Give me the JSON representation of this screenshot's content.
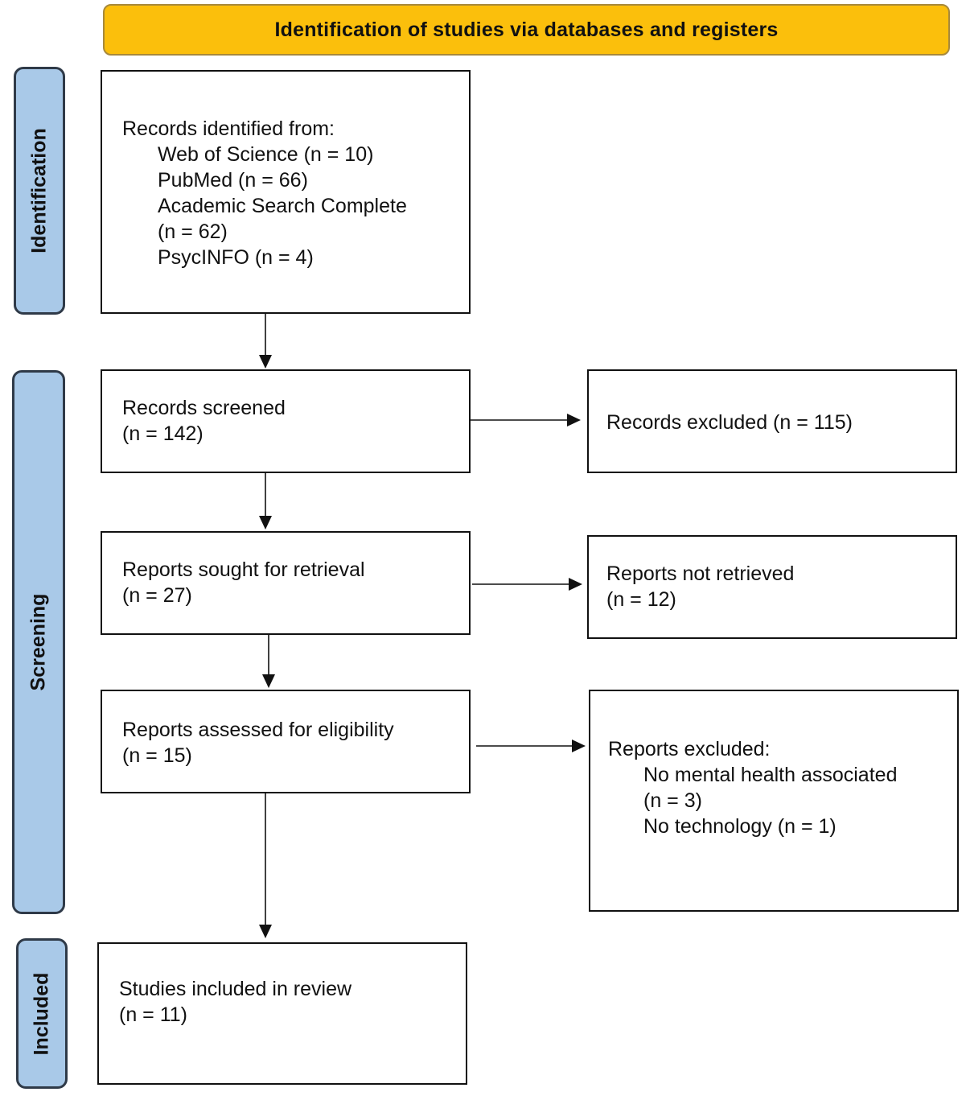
{
  "header": {
    "title": "Identification of studies via databases and registers"
  },
  "phases": {
    "identification": "Identification",
    "screening": "Screening",
    "included": "Included"
  },
  "boxes": {
    "records_identified": {
      "heading": "Records identified from:",
      "sources": [
        "Web of Science (n = 10)",
        "PubMed (n = 66)",
        "Academic Search Complete",
        "(n = 62)",
        "PsycINFO (n = 4)"
      ]
    },
    "records_screened": {
      "label": "Records screened",
      "count": "(n = 142)"
    },
    "records_excluded": {
      "label": "Records excluded (n = 115)"
    },
    "reports_sought": {
      "label": "Reports sought for retrieval",
      "count": "(n = 27)"
    },
    "reports_not_retrieved": {
      "label": "Reports not retrieved",
      "count": "(n = 12)"
    },
    "reports_assessed": {
      "label": "Reports assessed for eligibility",
      "count": "(n = 15)"
    },
    "reports_excluded": {
      "heading": "Reports excluded:",
      "reasons": [
        "No mental health associated",
        "(n = 3)",
        "No technology (n = 1)"
      ]
    },
    "studies_included": {
      "label": "Studies included in review",
      "count": "(n = 11)"
    }
  },
  "colors": {
    "header_fill": "#fbbf0c",
    "phase_fill": "#a9c9e8",
    "line": "#111111"
  }
}
